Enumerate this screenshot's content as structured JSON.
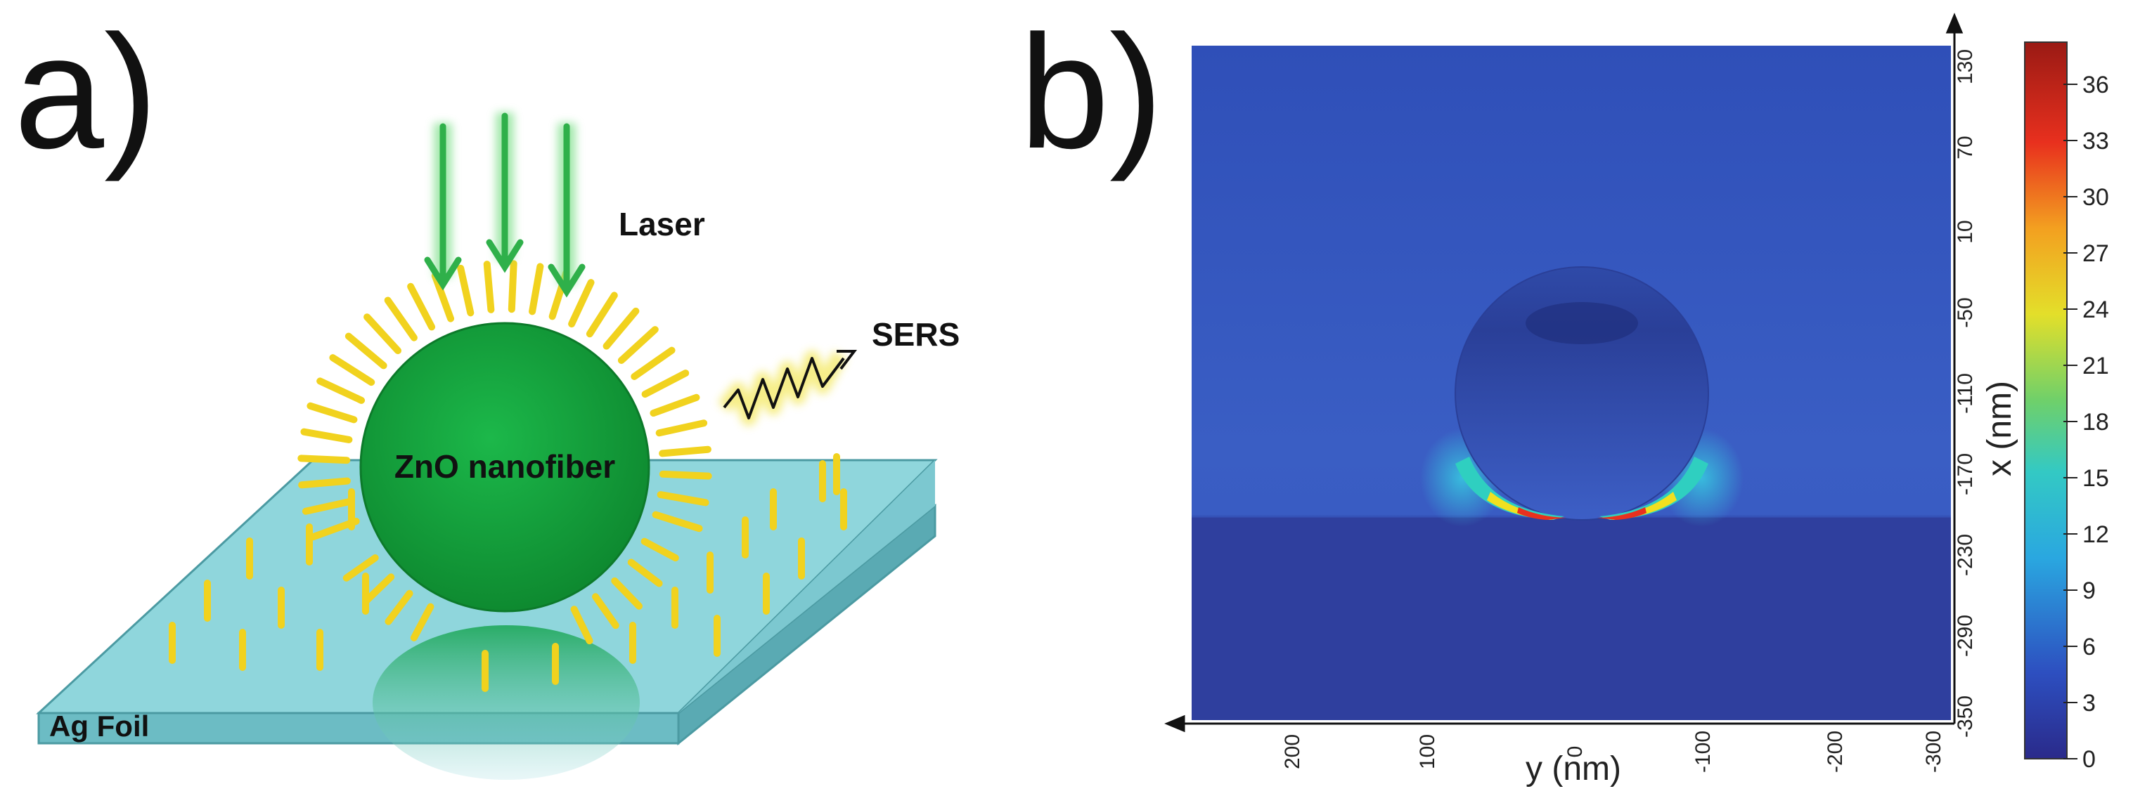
{
  "panel_a": {
    "label": "a)",
    "laser_label": "Laser",
    "sers_label": "SERS",
    "fiber_label": "ZnO nanofiber",
    "foil_label": "Ag Foil",
    "colors": {
      "fiber": "#13a03c",
      "rods": "#f1d21e",
      "foil": "#8fd6dc",
      "laser": "#2fb04a"
    }
  },
  "panel_b": {
    "label": "b)",
    "x_axis_label": "y (nm)",
    "y_axis_label": "x (nm)",
    "x_ticks": [
      "200",
      "100",
      "0",
      "-100",
      "-200",
      "-300"
    ],
    "y_ticks": [
      "130",
      "70",
      "10",
      "-50",
      "-110",
      "-170",
      "-230",
      "-290",
      "-350"
    ],
    "colorbar_ticks": [
      "36",
      "33",
      "30",
      "27",
      "24",
      "21",
      "18",
      "15",
      "12",
      "9",
      "6",
      "3",
      "0"
    ]
  }
}
